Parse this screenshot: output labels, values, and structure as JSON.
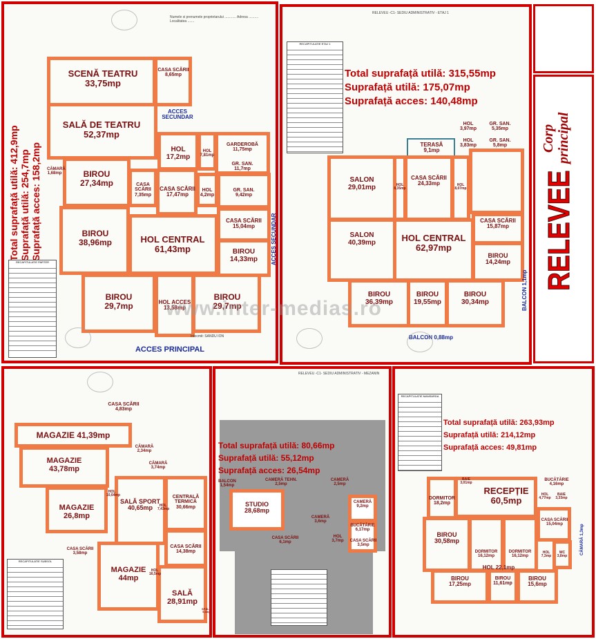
{
  "colors": {
    "frame": "#d00000",
    "wall": "#f07a45",
    "room_text": "#7a1010",
    "summary": "#c00000",
    "access": "#1a2b9a"
  },
  "title": {
    "line1": "RELEVEE",
    "line2": "Corp",
    "line3": "principal"
  },
  "watermark": "www.inter-medias.ro",
  "ground": {
    "summary": {
      "total": "Total suprafață utilă: 412,9mp",
      "useful": "Suprafață utilă: 254,7mp",
      "access": "Suprafață acces: 158,2mp"
    },
    "rooms": {
      "scena": {
        "name": "SCENĂ TEATRU",
        "area": "33,75mp"
      },
      "sala": {
        "name": "SALĂ DE TEATRU",
        "area": "52,37mp"
      },
      "casa_scarii_top": {
        "name": "CASA SCĂRII",
        "area": "8,65mp"
      },
      "hol1": {
        "name": "HOL",
        "area": "17,2mp"
      },
      "hol2": {
        "name": "HOL",
        "area": "7,81mp"
      },
      "garderoba": {
        "name": "GARDEROBĂ",
        "area": "11,75mp"
      },
      "gr_san": {
        "name": "GR. SAN.",
        "area": "11,7mp"
      },
      "camara": {
        "name": "CĂMARĂ",
        "area": "1,68mp"
      },
      "birou1": {
        "name": "BIROU",
        "area": "27,34mp"
      },
      "casa_scarii2": {
        "name": "CASA SCĂRII",
        "area": "7,35mp"
      },
      "casa_scarii3": {
        "name": "CASA SCĂRII",
        "area": "17,47mp"
      },
      "hol3": {
        "name": "HOL",
        "area": "4,2mp"
      },
      "gr_san2": {
        "name": "GR. SAN.",
        "area": "9,42mp"
      },
      "casa_scarii4": {
        "name": "CASA SCĂRII",
        "area": "15,04mp"
      },
      "birou2": {
        "name": "BIROU",
        "area": "38,96mp"
      },
      "hol_central": {
        "name": "HOL CENTRAL",
        "area": "61,43mp"
      },
      "birou3": {
        "name": "BIROU",
        "area": "14,33mp"
      },
      "birou4": {
        "name": "BIROU",
        "area": "29,7mp"
      },
      "hol_acces": {
        "name": "HOL ACCES",
        "area": "13,58mp"
      },
      "birou5": {
        "name": "BIROU",
        "area": "29,7mp"
      }
    },
    "acces_secundar_top": "ACCES SECUNDAR",
    "acces_secundar_right": "ACCES SECUNDAR",
    "acces_principal": "ACCES PRINCIPAL",
    "table_title": "RECAPITULATIE PARTER",
    "signature": "Intocmit: SANDU ION"
  },
  "etaj1": {
    "summary": {
      "total": "Total suprafață utilă: 315,55mp",
      "useful": "Suprafață utilă: 175,07mp",
      "access": "Suprafață acces: 140,48mp"
    },
    "header": "RELEVEU -C1- SEDIU ADMINISTRATIV - ETAJ 1",
    "rooms": {
      "terasa": {
        "name": "TERASĂ",
        "area": "9,1mp"
      },
      "hol_a": {
        "name": "HOL",
        "area": "3,97mp"
      },
      "hol_b": {
        "name": "HOL",
        "area": "3,83mp"
      },
      "grsan_a": {
        "name": "GR. SAN.",
        "area": "5,35mp"
      },
      "grsan_b": {
        "name": "GR. SAN.",
        "area": "5,8mp"
      },
      "salon1": {
        "name": "SALON",
        "area": "29,01mp"
      },
      "hol_v1": {
        "name": "HOL",
        "area": "8,35mp"
      },
      "casa_scarii": {
        "name": "CASA SCĂRII",
        "area": "24,33mp"
      },
      "hol_v2": {
        "name": "HOL",
        "area": "8,07mp"
      },
      "salon2": {
        "name": "SALON",
        "area": "40,39mp"
      },
      "hol_central": {
        "name": "HOL CENTRAL",
        "area": "62,97mp"
      },
      "casa_scarii2": {
        "name": "CASA SCĂRII",
        "area": "15,87mp"
      },
      "birou_r": {
        "name": "BIROU",
        "area": "14,24mp"
      },
      "birou1": {
        "name": "BIROU",
        "area": "36,39mp"
      },
      "birou2": {
        "name": "BIROU",
        "area": "19,55mp"
      },
      "birou3": {
        "name": "BIROU",
        "area": "30,34mp"
      }
    },
    "balcon_right": "BALCON 1,1mp",
    "balcon_bottom": "BALCON 0,88mp",
    "table_title": "RECAPITULATIE ETAJ 1"
  },
  "subsol": {
    "rooms": {
      "casa_scarii_top": {
        "name": "CASA SCĂRII",
        "area": "4,83mp"
      },
      "magazie1": {
        "name": "MAGAZIE",
        "area": "41,39mp"
      },
      "magazie2": {
        "name": "MAGAZIE",
        "area": "43,78mp"
      },
      "camara1": {
        "name": "CĂMARĂ",
        "area": "2,34mp"
      },
      "camara2": {
        "name": "CĂMARĂ",
        "area": "3,74mp"
      },
      "magazie3": {
        "name": "MAGAZIE",
        "area": "26,8mp"
      },
      "hol_a": {
        "name": "HOL",
        "area": "10,64mp"
      },
      "sala_sport": {
        "name": "SALĂ SPORT",
        "area": "40,65mp"
      },
      "hol_b": {
        "name": "HOL",
        "area": "7,43mp"
      },
      "centrala": {
        "name": "CENTRALĂ TERMICĂ",
        "area": "30,66mp"
      },
      "casa_scarii_l": {
        "name": "CASA SCĂRII",
        "area": "3,58mp"
      },
      "casa_scarii_r": {
        "name": "CASA SCĂRII",
        "area": "14,38mp"
      },
      "hol_c": {
        "name": "HOL",
        "area": "16,5mp"
      },
      "magazie4": {
        "name": "MAGAZIE",
        "area": "44mp"
      },
      "sala": {
        "name": "SALĂ",
        "area": "28,91mp"
      },
      "spalator": {
        "name": "SPĂLĂTOR",
        "area": "5,3mp"
      }
    },
    "table_title": "RECAPITULATIE SUBSOL"
  },
  "mezanin": {
    "summary": {
      "total": "Total suprafață utilă: 80,66mp",
      "useful": "Suprafață utilă: 55,12mp",
      "access": "Suprafață acces: 26,54mp"
    },
    "header": "RELEVEU -C1- SEDIU ADMINISTRATIV - MEZANIN",
    "rooms": {
      "balcon": {
        "name": "BALCON",
        "area": "1,54mp"
      },
      "camera_tehn": {
        "name": "CAMERĂ TEHN.",
        "area": "2,5mp"
      },
      "camera_top": {
        "name": "CAMERĂ",
        "area": "2,5mp"
      },
      "studio": {
        "name": "STUDIO",
        "area": "28,68mp"
      },
      "camera_r": {
        "name": "CAMERĂ",
        "area": "9,2mp"
      },
      "camera_m": {
        "name": "CAMERĂ",
        "area": "3,6mp"
      },
      "bucatarie": {
        "name": "BUCĂTĂRIE",
        "area": "6,17mp"
      },
      "hol": {
        "name": "HOL",
        "area": "3,7mp"
      },
      "casa_scarii_r": {
        "name": "CASA SCĂRII",
        "area": "3,5mp"
      },
      "casa_scarii_b": {
        "name": "CASA SCĂRII",
        "area": "6,1mp"
      }
    }
  },
  "mansarda": {
    "summary": {
      "total": "Total suprafață utilă: 263,93mp",
      "useful": "Suprafață utilă: 214,12mp",
      "access": "Suprafață acces: 49,81mp"
    },
    "rooms": {
      "baie1": {
        "name": "BAIE",
        "area": "3,01mp"
      },
      "receptie": {
        "name": "RECEPȚIE",
        "area": "60,5mp"
      },
      "bucatarie": {
        "name": "BUCĂTĂRIE",
        "area": "4,16mp"
      },
      "dormitor1": {
        "name": "DORMITOR",
        "area": "18,2mp"
      },
      "hol1": {
        "name": "HOL",
        "area": "4,77mp"
      },
      "baie2": {
        "name": "BAIE",
        "area": "3,33mp"
      },
      "birou1": {
        "name": "BIROU",
        "area": "30,58mp"
      },
      "casa_scarii": {
        "name": "CASA SCĂRII",
        "area": "15,04mp"
      },
      "dormitor2": {
        "name": "DORMITOR",
        "area": "16,12mp"
      },
      "dormitor3": {
        "name": "DORMITOR",
        "area": "16,12mp"
      },
      "hol2": {
        "name": "HOL",
        "area": "7,3mp"
      },
      "wc": {
        "name": "WC",
        "area": "3,8mp"
      },
      "hol_big": {
        "name": "HOL",
        "area": "22,1mp"
      },
      "birou2": {
        "name": "BIROU",
        "area": "17,25mp"
      },
      "birou3": {
        "name": "BIROU",
        "area": "11,61mp"
      },
      "birou4": {
        "name": "BIROU",
        "area": "15,6mp"
      }
    },
    "camara": "CĂMARĂ 1,3mp",
    "table_title": "RECAPITULATIE MANSARDA"
  }
}
